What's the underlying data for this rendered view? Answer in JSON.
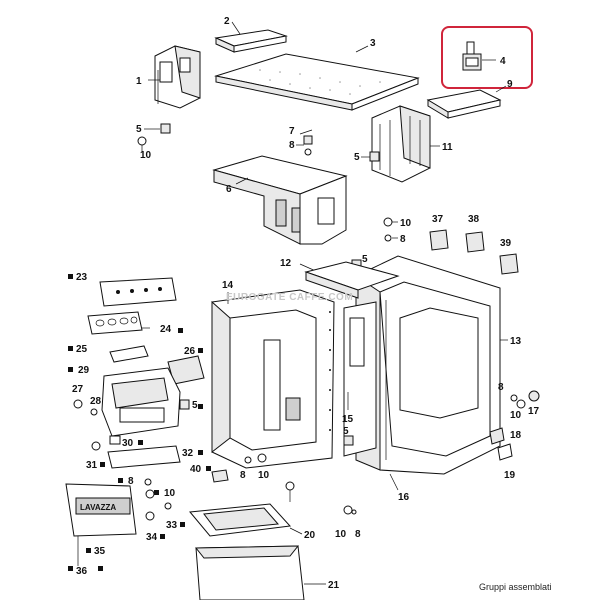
{
  "watermark": "EUROGATE CAFFE.COM",
  "caption": "Gruppi assemblati",
  "highlight_color": "#d0253b",
  "labels": {
    "p1": "1",
    "p2": "2",
    "p3": "3",
    "p4": "4",
    "p5": "5",
    "p5b": "5",
    "p5c": "5",
    "p5d": "5",
    "p5e": "5",
    "p6": "6",
    "p7": "7",
    "p8a": "8",
    "p8b": "8",
    "p8c": "8",
    "p8d": "8",
    "p8e": "8",
    "p10a": "10",
    "p10b": "10",
    "p10c": "10",
    "p10d": "10",
    "p10e": "10",
    "p11": "11",
    "p12": "12",
    "p13": "13",
    "p14": "14",
    "p15": "15",
    "p16": "16",
    "p17": "17",
    "p18": "18",
    "p19": "19",
    "p20": "20",
    "p21": "21",
    "p23": "23",
    "p24": "24",
    "p25": "25",
    "p26": "26",
    "p27": "27",
    "p28": "28",
    "p29": "29",
    "p30": "30",
    "p31": "31",
    "p32": "32",
    "p33": "33",
    "p34": "34",
    "p35": "35",
    "p36": "36",
    "p37": "37",
    "p38": "38",
    "p39": "39",
    "p40": "40",
    "p9": "9"
  },
  "logo_text": "LAVAZZA"
}
